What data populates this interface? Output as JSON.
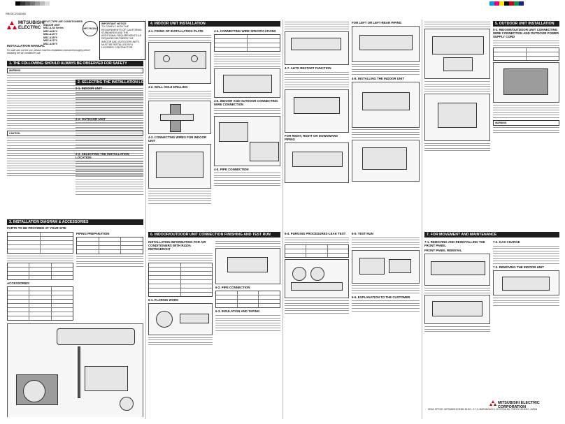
{
  "doc_code": "RB23C2S40060",
  "brand": {
    "line1": "MITSUBISHI",
    "line2": "ELECTRIC"
  },
  "header": {
    "product": "SPLIT-TYPE AIR CONDITIONERS",
    "indoor_unit": "INDOOR UNIT",
    "models": [
      "MSZ-A-S3 Series",
      "MSZ-A09YV",
      "MSZ-A12YV",
      "MSZ-A15YV",
      "MSZ-A17YV",
      "MSZ-A24YV"
    ],
    "manual_title": "INSTALLATION MANUAL",
    "for_user": "For safe and correct use, please read this installation manual thoroughly before installing the air conditioner unit.",
    "important_notice": "IMPORTANT NOTICE",
    "important_text": "TO COMPLY WITH THE REQUIREMENTS OF CALIFORNIA STANDARDS AND THE ADDITIONAL REQUIREMENTS AS REQUIRED BETWEEN THE INDOOR AND OUTDOOR UNITS MUST BE INSTALLED BY A LICENSED CONTRACTOR.",
    "badge": "HFC R410A"
  },
  "sections": {
    "s1": "1. THE FOLLOWING SHOULD ALWAYS BE OBSERVED FOR SAFETY",
    "s1_warning": "WARNING",
    "s1_caution": "CAUTION",
    "s2": "2. SELECTING THE INSTALLATION LOCATION",
    "s2_1": "2-1. INDOOR UNIT",
    "s2_2": "2-2. OUTDOOR UNIT",
    "s2_3": "2-3. SELECTING THE INSTALLATION LOCATION",
    "s3": "3. INSTALLATION DIAGRAM & ACCESSORIES",
    "s3_parts": "PARTS TO BE PROVIDED AT YOUR SITE",
    "s3_accessories": "ACCESSORIES",
    "s3_piping": "PIPING PREPARATION",
    "s4": "4. INDOOR UNIT INSTALLATION",
    "s4_1": "4-1. FIXING OF INSTALLATION PLATE",
    "s4_2": "4-2. WALL HOLE DRILLING",
    "s4_3": "4-3. CONNECTING WIRES FOR INDOOR UNIT",
    "s4_4": "4-4. CONNECTING WIRE SPECIFICATIONS",
    "s4_5": "4-5. PIPE CONNECTION",
    "s4_6": "4-6. INDOOR AND OUTDOOR CONNECTING WIRE CONNECTION",
    "s4_7": "4-7. AUTO RESTART FUNCTION",
    "s4_8": "4-8. INSTALLING THE INDOOR UNIT",
    "s5": "5. OUTDOOR UNIT INSTALLATION",
    "s5_1": "5-1. INDOOR/OUTDOOR UNIT CONNECTING WIRE CONNECTION AND OUTDOOR POWER SUPPLY CORD",
    "s6": "6. INDOOR/OUTDOOR UNIT CONNECTION FINISHING AND TEST RUN",
    "s6_1": "6-1. FLARING WORK",
    "s6_2": "6-2. PIPE CONNECTION",
    "s6_3": "6-3. INSULATION AND TAPING",
    "s6_4": "6-4. PURGING PROCEDURES-LEAK TEST",
    "s6_5": "6-5. TEST RUN",
    "s6_6": "6-6. EXPLANATION TO THE CUSTOMER",
    "s6_pipe": "INSTALLATION INFORMATION FOR AIR CONDITIONERS WITH R410A REFRIGERANT",
    "s7": "7. FOR MOVEMENT AND MAINTENANCE",
    "s7_1": "7-1. REMOVING AND REINSTALLING THE FRONT PANEL",
    "s7_2": "7-2. GAS CHARGE",
    "s7_3": "7-3. REMOVING THE INDOOR UNIT",
    "s7_panel": "FRONT PANEL REMOVAL",
    "left_pipes": "FOR LEFT OR LEFT-REAR PIPING",
    "right_pipes": "FOR RIGHT, RIGHT OR DOWNWARD PIPING"
  },
  "corp": {
    "name": "MITSUBISHI ELECTRIC CORPORATION",
    "address": "HEAD OFFICE: MITSUBISHI DENKI BLDG., 2-7-3, MARUNOUCHI, CHIYODA-KU, TOKYO 100-8310, JAPAN"
  },
  "colors": {
    "bar": "#1d1d1d",
    "brand_red": "#d2001f"
  }
}
